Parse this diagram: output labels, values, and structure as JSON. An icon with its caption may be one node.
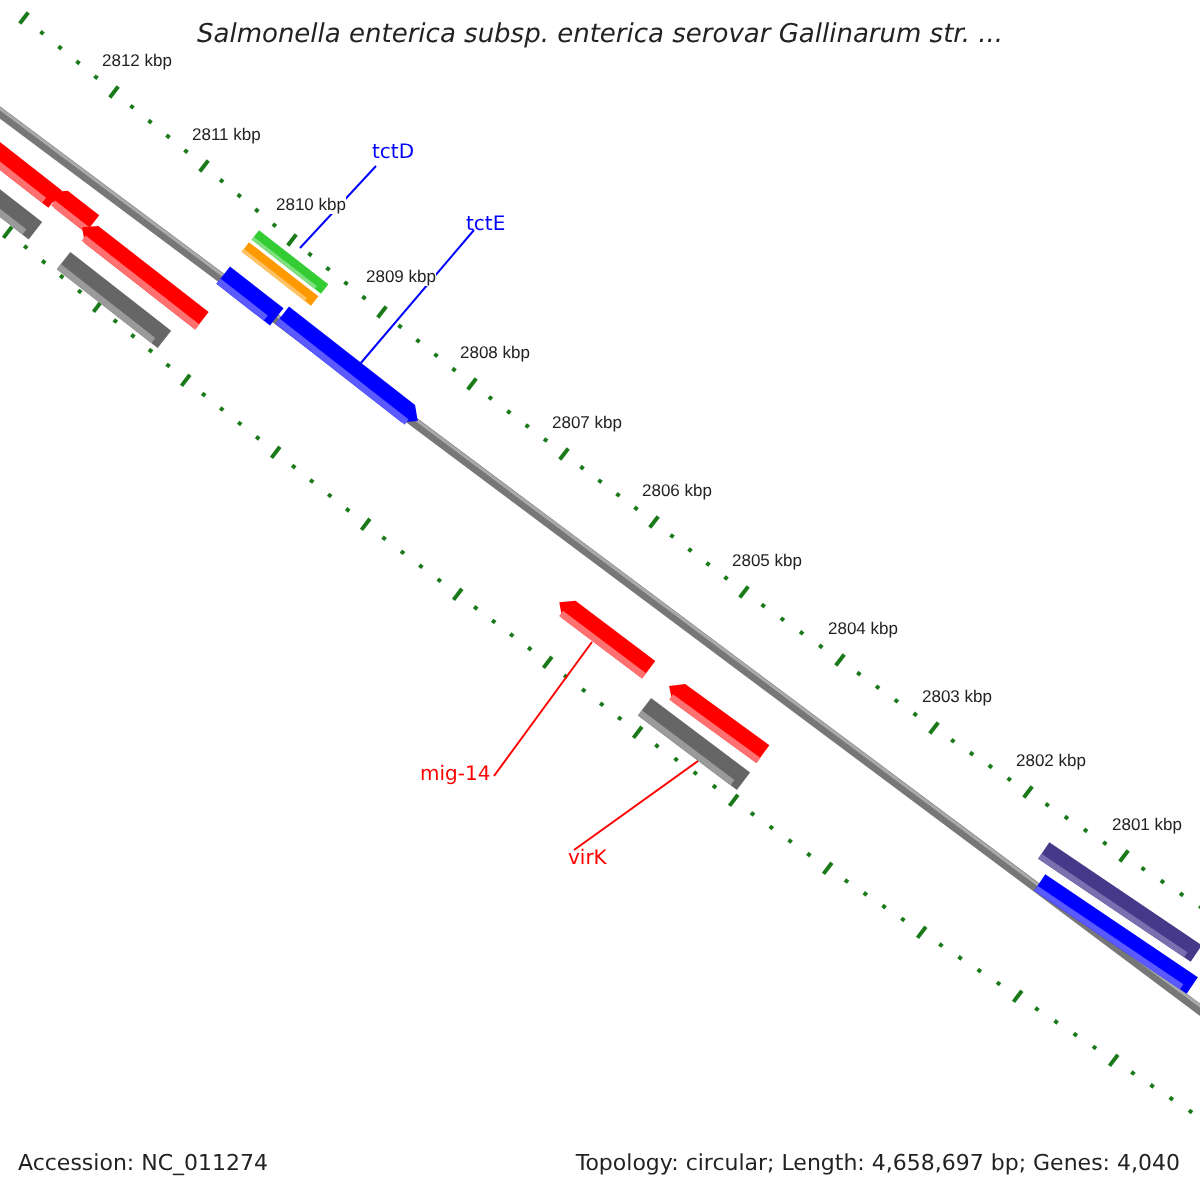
{
  "diagram": {
    "title": "Salmonella enterica subsp. enterica serovar Gallinarum str. ...",
    "nodes": [
      {
        "text": [],
        "shape": "bar"
      },
      {
        "text": [],
        "shape": "bar"
      },
      {
        "text": [],
        "shape": "bar"
      },
      {
        "text": [
          "tctD"
        ]
      },
      {
        "text": [],
        "shape": "bar"
      },
      {
        "text": [],
        "shape": "bar"
      },
      {
        "text": [
          "tctE"
        ]
      },
      {
        "text": [],
        "shape": "bar"
      },
      {
        "text": [],
        "shape": "bar"
      },
      {
        "text": [],
        "shape": "bar"
      },
      {
        "text": [],
        "shape": "bar"
      },
      {
        "text": [],
        "shape": "bar"
      },
      {
        "text": [],
        "shape": "bar"
      },
      {
        "text": [
          "mig-14"
        ]
      },
      {
        "text": [],
        "shape": "bar"
      },
      {
        "text": [
          "virK"
        ]
      },
      {
        "text": [],
        "shape": "bar"
      },
      {
        "text": [],
        "shape": "bar"
      }
    ],
    "edges": [
      {
        "from": 3,
        "to": 4,
        "arrow": "none",
        "color": "#0000ff"
      },
      {
        "from": 6,
        "to": 10,
        "arrow": "none",
        "color": "#0000ff"
      },
      {
        "from": 13,
        "to": 11,
        "arrow": "none",
        "color": "#ff0000"
      },
      {
        "from": 15,
        "to": 14,
        "arrow": "none",
        "color": "#ff0000"
      }
    ],
    "labels": [
      "2812 kbp",
      "2811 kbp",
      "2810 kbp",
      "2809 kbp",
      "2808 kbp",
      "2807 kbp",
      "2806 kbp",
      "2805 kbp",
      "2804 kbp",
      "2803 kbp",
      "2802 kbp",
      "2801 kbp",
      "Accession: NC_011274",
      "Topology: circular; Length: 4,658,697 bp; Genes: 4,040"
    ]
  }
}
